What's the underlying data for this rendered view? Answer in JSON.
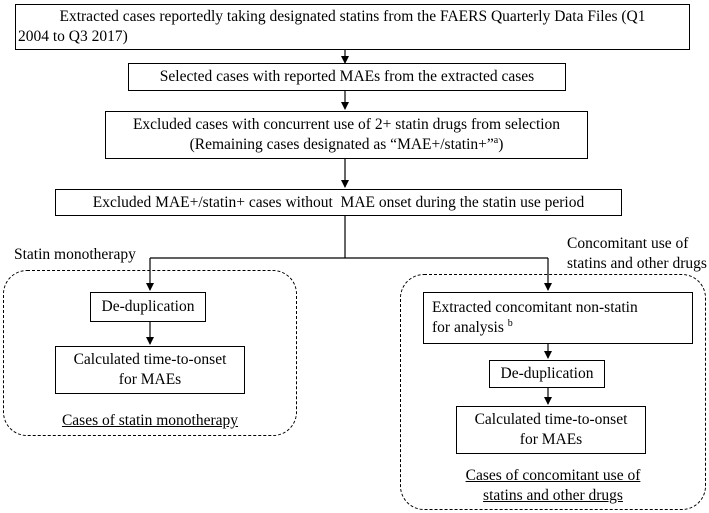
{
  "flow": {
    "step1": {
      "line1": "Extracted cases reportedly taking designated statins from the FAERS Quarterly Data Files (Q1",
      "line2": "2004 to Q3 2017)"
    },
    "step2": "Selected cases with reported MAEs from the extracted cases",
    "step3": {
      "line1": "Excluded cases with concurrent use of 2+ statin drugs from selection",
      "line2": "(Remaining cases designated as “MAE+/statin+”",
      "sup": "a",
      "close": ")"
    },
    "step4": "Excluded MAE+/statin+ cases without  MAE onset during the statin use period"
  },
  "left_branch": {
    "label": "Statin monotherapy",
    "dedup": "De-duplication",
    "calc": {
      "line1": "Calculated time-to-onset",
      "line2": "for MAEs"
    },
    "caption": "Cases of statin monotherapy"
  },
  "right_branch": {
    "label": {
      "line1": "Concomitant use of",
      "line2": "statins and other drugs"
    },
    "extract": {
      "line1": "Extracted concomitant non-statin",
      "line2": "for analysis ",
      "sup": "b"
    },
    "dedup": "De-duplication",
    "calc": {
      "line1": "Calculated time-to-onset",
      "line2": "for MAEs"
    },
    "caption": {
      "line1": "Cases of concomitant use of",
      "line2": "statins and other drugs"
    }
  }
}
